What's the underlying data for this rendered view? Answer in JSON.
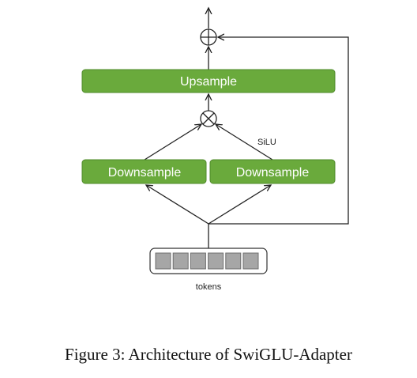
{
  "diagram": {
    "upsample_label": "Upsample",
    "downsample_left_label": "Downsample",
    "downsample_right_label": "Downsample",
    "activation_label": "SiLU",
    "tokens_label": "tokens",
    "token_count": 6,
    "box_color": "#6aaa3c",
    "box_border_color": "#4f8a2a",
    "token_color": "#a6a6a6"
  },
  "caption": "Figure 3: Architecture of SwiGLU-Adapter"
}
